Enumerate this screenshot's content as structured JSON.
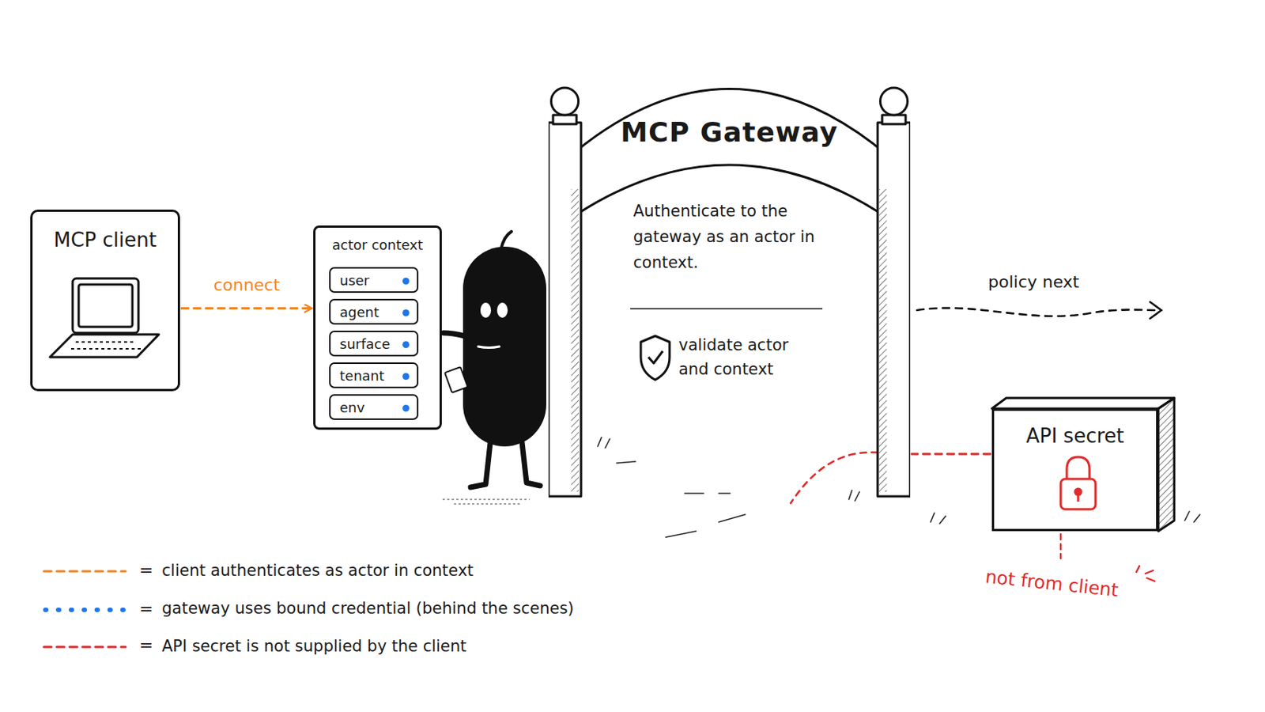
{
  "diagram": {
    "nodes": [
      {
        "text": [
          "MCP client"
        ]
      },
      {
        "text": [
          "actor context"
        ]
      },
      {
        "text": [
          "user"
        ],
        "in": 1
      },
      {
        "text": [
          "agent"
        ],
        "in": 1
      },
      {
        "text": [
          "surface"
        ],
        "in": 1
      },
      {
        "text": [
          "tenant"
        ],
        "in": 1
      },
      {
        "text": [
          "env"
        ],
        "in": 1
      },
      {
        "text": [
          "MCP Gateway",
          "Authenticate to the gateway as an actor in context.",
          "validate actor and context"
        ]
      },
      {
        "text": [
          "API secret"
        ]
      }
    ],
    "edges": [
      {
        "from": 0,
        "to": 1,
        "label": "connect",
        "arrow": "to"
      },
      {
        "from": 8,
        "to": 7,
        "arrow": "none"
      }
    ],
    "labels": [
      "policy next",
      "not from client",
      "=",
      "=",
      "="
    ],
    "legend": [
      {
        "text": "client authenticates as actor in context"
      },
      {
        "text": "gateway uses bound credential (behind the scenes)"
      },
      {
        "text": "API secret is not supplied by the client"
      }
    ]
  }
}
